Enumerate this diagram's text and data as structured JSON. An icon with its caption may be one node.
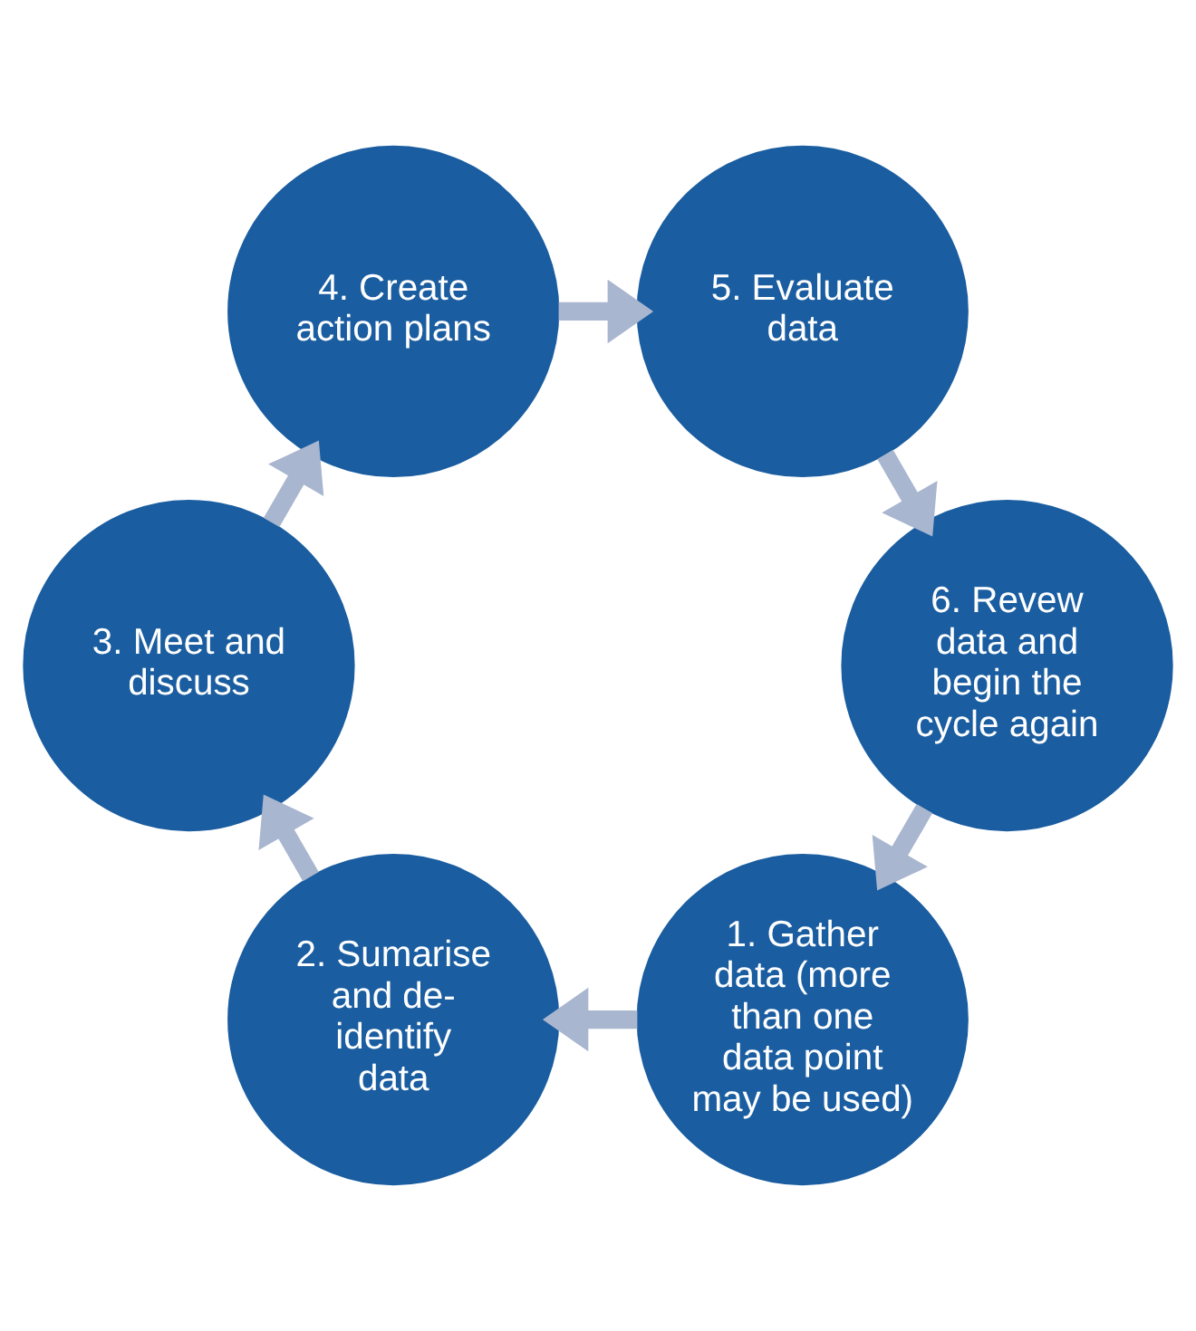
{
  "diagram": {
    "nodes": [
      {
        "text": [
          "1. Gather data (more than one data point may be used)"
        ]
      },
      {
        "text": [
          "2. Sumarise and de-identify data"
        ]
      },
      {
        "text": [
          "3. Meet and discuss"
        ]
      },
      {
        "text": [
          "4. Create action plans"
        ]
      },
      {
        "text": [
          "5. Evaluate data"
        ]
      },
      {
        "text": [
          "6. Revew data and begin the cycle again"
        ]
      }
    ],
    "edges": [
      {
        "from": 0,
        "to": 1,
        "arrow": "to"
      },
      {
        "from": 1,
        "to": 2,
        "arrow": "to"
      },
      {
        "from": 2,
        "to": 3,
        "arrow": "to"
      },
      {
        "from": 3,
        "to": 4,
        "arrow": "to"
      },
      {
        "from": 4,
        "to": 5,
        "arrow": "to"
      },
      {
        "from": 5,
        "to": 0,
        "arrow": "to"
      }
    ]
  }
}
